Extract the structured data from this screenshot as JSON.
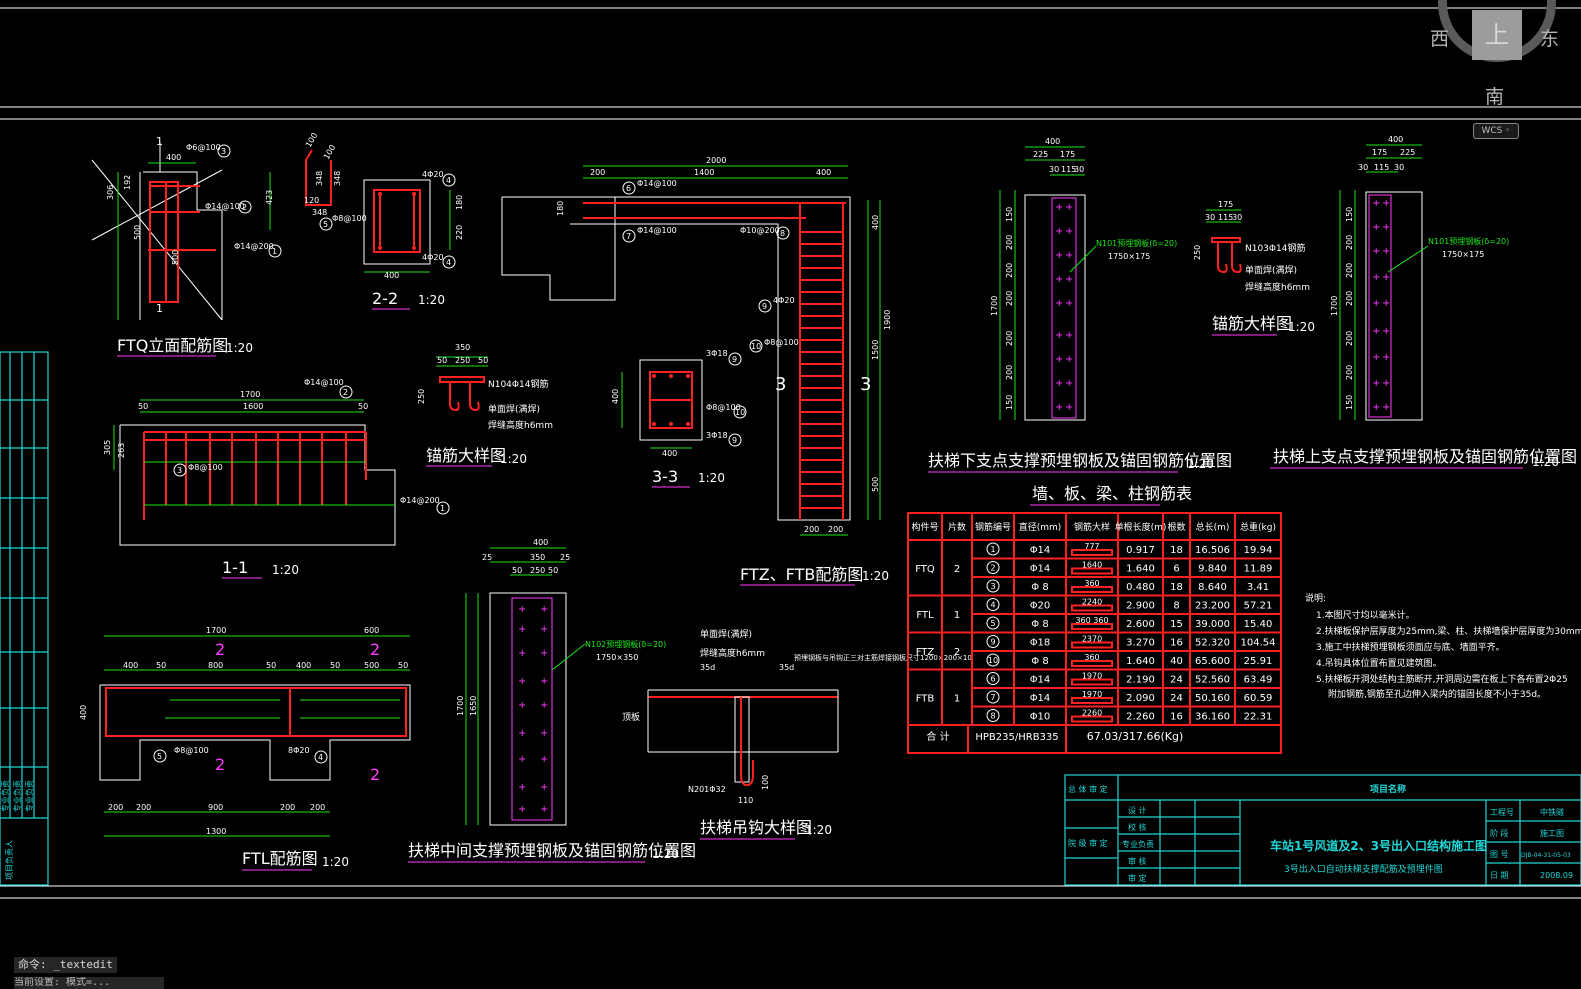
{
  "viewcube": {
    "west": "西",
    "east": "东",
    "south": "南",
    "top": "上",
    "wcs": "WCS ◦"
  },
  "command": {
    "prompt": "命令: _textedit",
    "history": "当前设置: 模式=..."
  },
  "titles": {
    "ftq": "FTQ立面配筋图",
    "ftq_scale": "1:20",
    "sec22": "2-2",
    "sec22_scale": "1:20",
    "sec11": "1-1",
    "sec11_scale": "1:20",
    "anchor1": "锚筋大样图",
    "anchor1_scale": "1:20",
    "sec33": "3-3",
    "sec33_scale": "1:20",
    "ftz": "FTZ、FTB配筋图",
    "ftz_scale": "1:20",
    "lower": "扶梯下支点支撑预埋钢板及锚固钢筋位置图",
    "lower_scale": "1:20",
    "anchor2": "锚筋大样图",
    "anchor2_scale": "1:20",
    "upper": "扶梯上支点支撑预埋钢板及锚固钢筋位置图",
    "upper_scale": "1:20",
    "table": "墙、板、梁、柱钢筋表",
    "ftl": "FTL配筋图",
    "ftl_scale": "1:20",
    "middle": "扶梯中间支撑预埋钢板及锚固钢筋位置图",
    "middle_scale": "1:20",
    "hook": "扶梯吊钩大样图",
    "hook_scale": "1:20"
  },
  "labels": {
    "ftq_d1": "Φ6@100",
    "ftq_d2": "Φ14@100",
    "ftq_d3": "Φ14@200",
    "ftq_400": "400",
    "ftq_423": "423",
    "ftq_306": "306",
    "ftq_192": "192",
    "ftq_500a": "500",
    "ftq_500b": "500",
    "s22_a": "4Φ20",
    "s22_b": "Φ8@100",
    "s22_c": "4Φ20",
    "s22_180": "180",
    "s22_220": "220",
    "s22_400": "400",
    "hookbar_a": "100",
    "hookbar_b": "100",
    "hookbar_c": "348",
    "hookbar_d": "348",
    "hookbar_e": "120",
    "hookbar_f": "348",
    "s11_1700": "1700",
    "s11_1600": "1600",
    "s11_50a": "50",
    "s11_50b": "50",
    "s11_d2": "Φ14@100",
    "s11_d3": "Φ8@100",
    "s11_d1": "Φ14@200",
    "s11_305": "305",
    "s11_263": "263",
    "anc1_350": "350",
    "anc1_50a": "50",
    "anc1_250": "250",
    "anc1_50b": "50",
    "anc1_n": "N104Φ14钢筋",
    "anc1_h": "250",
    "anc1_w1": "单面焊(满焊)",
    "anc1_w2": "焊缝高度h6mm",
    "ftz_2000": "2000",
    "ftz_200": "200",
    "ftz_1400": "1400",
    "ftz_400": "400",
    "ftz_d6": "Φ14@100",
    "ftz_d7": "Φ14@100",
    "ftz_d8": "Φ10@200",
    "ftz_d9": "4Φ20",
    "ftz_d10": "Φ8@100",
    "ftz_180": "180",
    "ftz_400v": "400",
    "ftz_1900": "1900",
    "ftz_1500": "1500",
    "ftz_500": "500",
    "ftz_200a": "200",
    "ftz_200b": "200",
    "ftz_3": "3",
    "s33_a": "3Φ18",
    "s33_b": "Φ8@100",
    "s33_c": "3Φ18",
    "s33_400": "400",
    "s33_400h": "400",
    "low_400": "400",
    "low_225": "225",
    "low_175": "175",
    "low_30a": "30",
    "low_115": "115",
    "low_30b": "30",
    "low_n": "N101预埋钢板(δ=20)",
    "low_size": "1750×175",
    "low_1700": "1700",
    "anc2_175": "175",
    "anc2_30a": "30",
    "anc2_115": "115",
    "anc2_30b": "30",
    "anc2_n": "N103Φ14钢筋",
    "anc2_250": "250",
    "anc2_w1": "单面焊(满焊)",
    "anc2_w2": "焊缝高度h6mm",
    "up_400": "400",
    "up_175": "175",
    "up_225": "225",
    "up_30a": "30",
    "up_115": "115",
    "up_30b": "30",
    "up_n": "N101预埋钢板(δ=20)",
    "up_size": "1750×175",
    "up_1700": "1700",
    "ftl_1700": "1700",
    "ftl_600": "600",
    "ftl_400": "400",
    "ftl_50a": "50",
    "ftl_800": "800",
    "ftl_50b": "50",
    "ftl_400b": "400",
    "ftl_50c": "50",
    "ftl_500": "500",
    "ftl_50d": "50",
    "ftl_200a": "200",
    "ftl_200b": "200",
    "ftl_900": "900",
    "ftl_200c": "200",
    "ftl_200d": "200",
    "ftl_1300": "1300",
    "ftl_d1": "Φ8@100",
    "ftl_d2": "8Φ20",
    "ftl_v400": "400",
    "mid_400": "400",
    "mid_25a": "25",
    "mid_350": "350",
    "mid_25b": "25",
    "mid_50a": "50",
    "mid_250": "250",
    "mid_50b": "50",
    "mid_n": "N102预埋钢板(δ=20)",
    "mid_size": "1750×350",
    "mid_1700": "1700",
    "mid_1650": "1650",
    "hk_w1": "单面焊(满焊)",
    "hk_w2": "焊缝高度h6mm",
    "hk_35a": "35d",
    "hk_35b": "35d",
    "hk_plate": "顶板",
    "hk_n": "N201Φ32",
    "hk_110": "110",
    "hk_100": "100",
    "hk_note": "预埋钢板与吊钩正三对主筋焊接钢板尺寸1200×200×10"
  },
  "rebar_table": {
    "headers": [
      "构件号",
      "片数",
      "钢筋编号",
      "直径(mm)",
      "钢筋大样",
      "单根长度(m)",
      "根数",
      "总长(m)",
      "总重(kg)"
    ],
    "rows": [
      [
        "FTQ",
        "2",
        "1",
        "Φ14",
        "777",
        "0.917",
        "18",
        "16.506",
        "19.94"
      ],
      [
        "",
        "",
        "2",
        "Φ14",
        "1640",
        "1.640",
        "6",
        "9.840",
        "11.89"
      ],
      [
        "",
        "",
        "3",
        "Φ 8",
        "360",
        "0.480",
        "18",
        "8.640",
        "3.41"
      ],
      [
        "FTL",
        "1",
        "4",
        "Φ20",
        "2240",
        "2.900",
        "8",
        "23.200",
        "57.21"
      ],
      [
        "",
        "",
        "5",
        "Φ 8",
        "360 360",
        "2.600",
        "15",
        "39.000",
        "15.40"
      ],
      [
        "FTZ",
        "2",
        "9",
        "Φ18",
        "2370",
        "3.270",
        "16",
        "52.320",
        "104.54"
      ],
      [
        "",
        "",
        "10",
        "Φ 8",
        "360",
        "1.640",
        "40",
        "65.600",
        "25.91"
      ],
      [
        "FTB",
        "1",
        "6",
        "Φ14",
        "1970",
        "2.190",
        "24",
        "52.560",
        "63.49"
      ],
      [
        "",
        "",
        "7",
        "Φ14",
        "1970",
        "2.090",
        "24",
        "50.160",
        "60.59"
      ],
      [
        "",
        "",
        "8",
        "Φ10",
        "2260",
        "2.260",
        "16",
        "36.160",
        "22.31"
      ]
    ],
    "total_label": "合 计",
    "total_grade": "HPB235/HRB335",
    "total_value": "67.03/317.66(Kg)"
  },
  "notes": {
    "title": "说明:",
    "items": [
      "1.本图尺寸均以毫米计。",
      "2.扶梯板保护层厚度为25mm,梁、柱、扶梯墙保护层厚度为30mm。",
      "3.施工中扶梯预埋钢板须面应与底、墙面平齐。",
      "4.吊钩具体位置布置见建筑图。",
      "5.扶梯板开洞处结构主筋断开,开洞周边需在板上下各布置2Φ25",
      "附加钢筋,钢筋至孔边伸入梁内的锚固长度不小于35d。"
    ]
  },
  "titleblock": {
    "project_label": "项目名称",
    "approve1": "总 体 审 定",
    "approve2": "院 级 审 定",
    "roles": [
      "设 计",
      "校 核",
      "专业负责",
      "审 核",
      "审 定"
    ],
    "main_title": "车站1号风道及2、3号出入口结构施工图",
    "sub_title": "3号出入口自动扶梯支撑配筋及预埋件图",
    "fields": [
      "工程号",
      "阶 段",
      "图 号",
      "日 期"
    ],
    "values": [
      "中铁隧",
      "施工图",
      "DJB-04-31-05-03",
      "2008.09"
    ]
  },
  "left_strip": {
    "a": "项目负责人",
    "b": "专业负责",
    "c": "专业负责",
    "d": "专业负责"
  }
}
